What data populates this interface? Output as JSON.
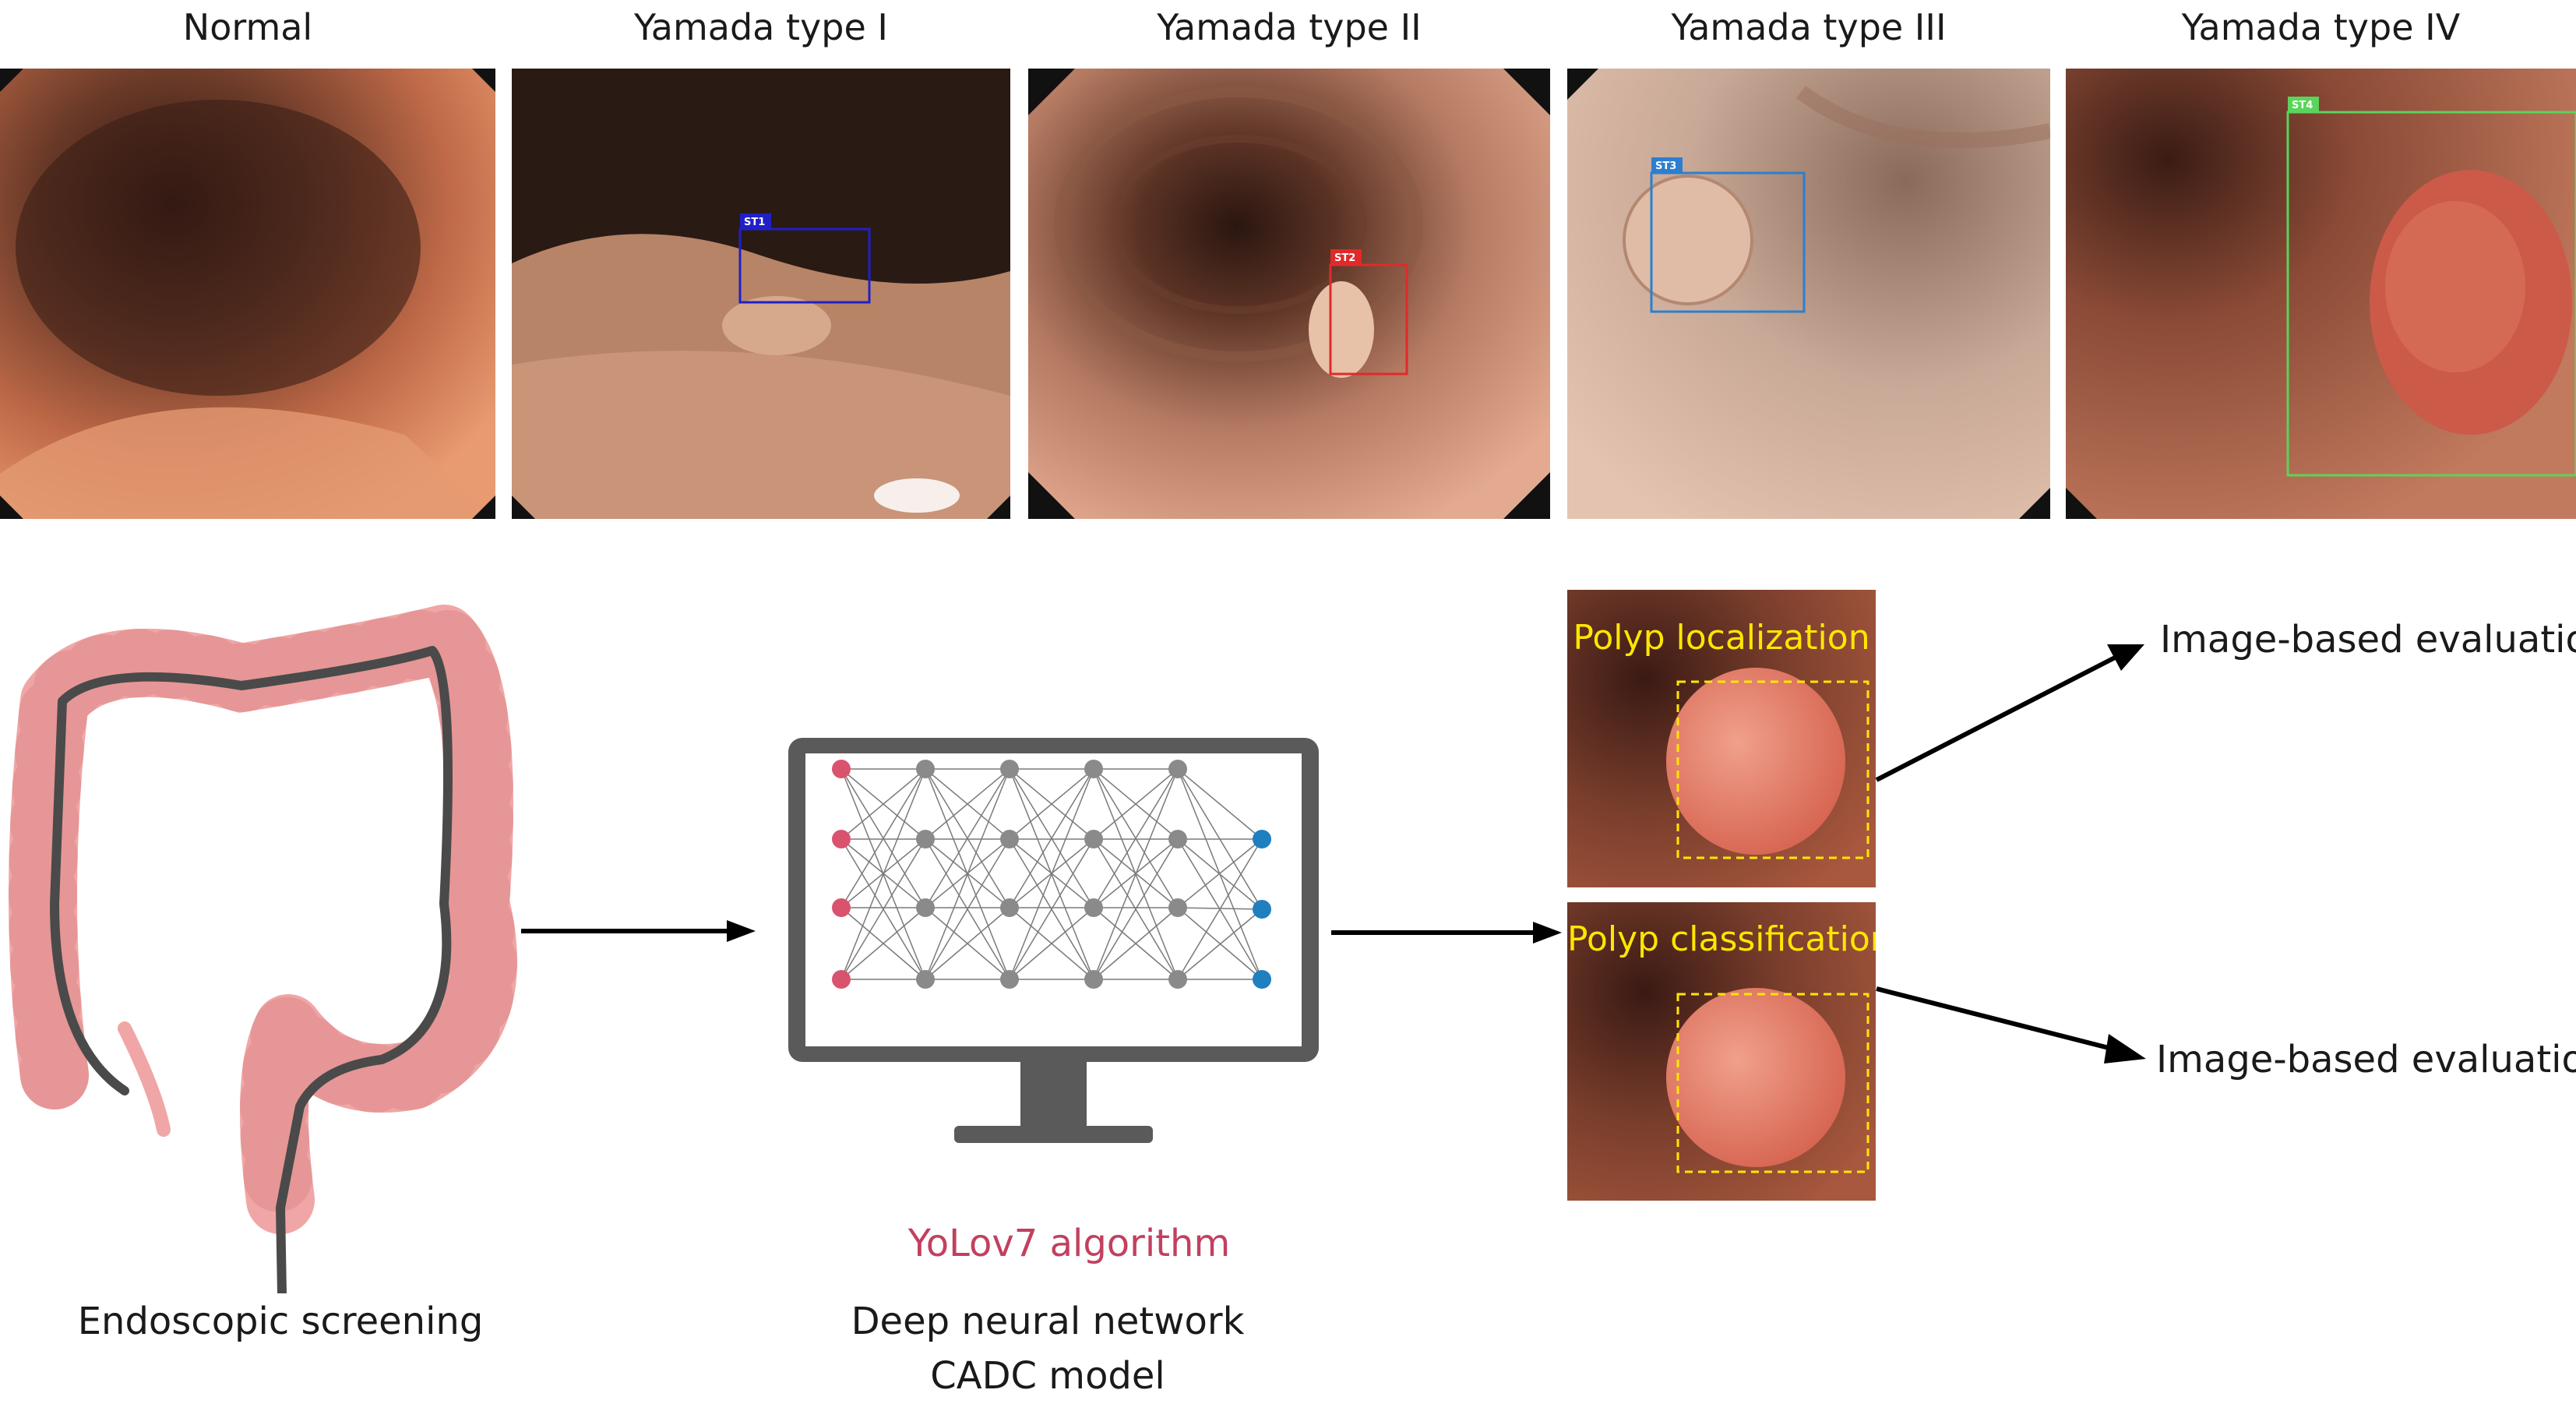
{
  "top_panels": [
    {
      "title": "Normal",
      "detection": null
    },
    {
      "title": "Yamada type I",
      "detection": {
        "label": "ST1",
        "color": "#2020c8"
      }
    },
    {
      "title": "Yamada type II",
      "detection": {
        "label": "ST2",
        "color": "#e02a2a"
      }
    },
    {
      "title": "Yamada type III",
      "detection": {
        "label": "ST3",
        "color": "#2c7fd0"
      }
    },
    {
      "title": "Yamada type IV",
      "detection": {
        "label": "ST4",
        "color": "#5ad45a"
      }
    }
  ],
  "workflow": {
    "colon_caption": "Endoscopic screening",
    "algorithm_name": "YoLov7 algorithm",
    "model_line1": "Deep neural network",
    "model_line2": "CADC model",
    "output_tasks": [
      {
        "title": "Polyp localization",
        "result": "Image-based evaluation"
      },
      {
        "title": "Polyp classification",
        "result": "Image-based evaluation"
      }
    ]
  },
  "colors": {
    "algorithm_text": "#c2405f",
    "task_title": "#ffe600",
    "input_node": "#d9536f",
    "hidden_node": "#8a8a8a",
    "output_node": "#1f7fbf",
    "colon": "#f0a6a6",
    "endoscope": "#4a4a4a"
  }
}
